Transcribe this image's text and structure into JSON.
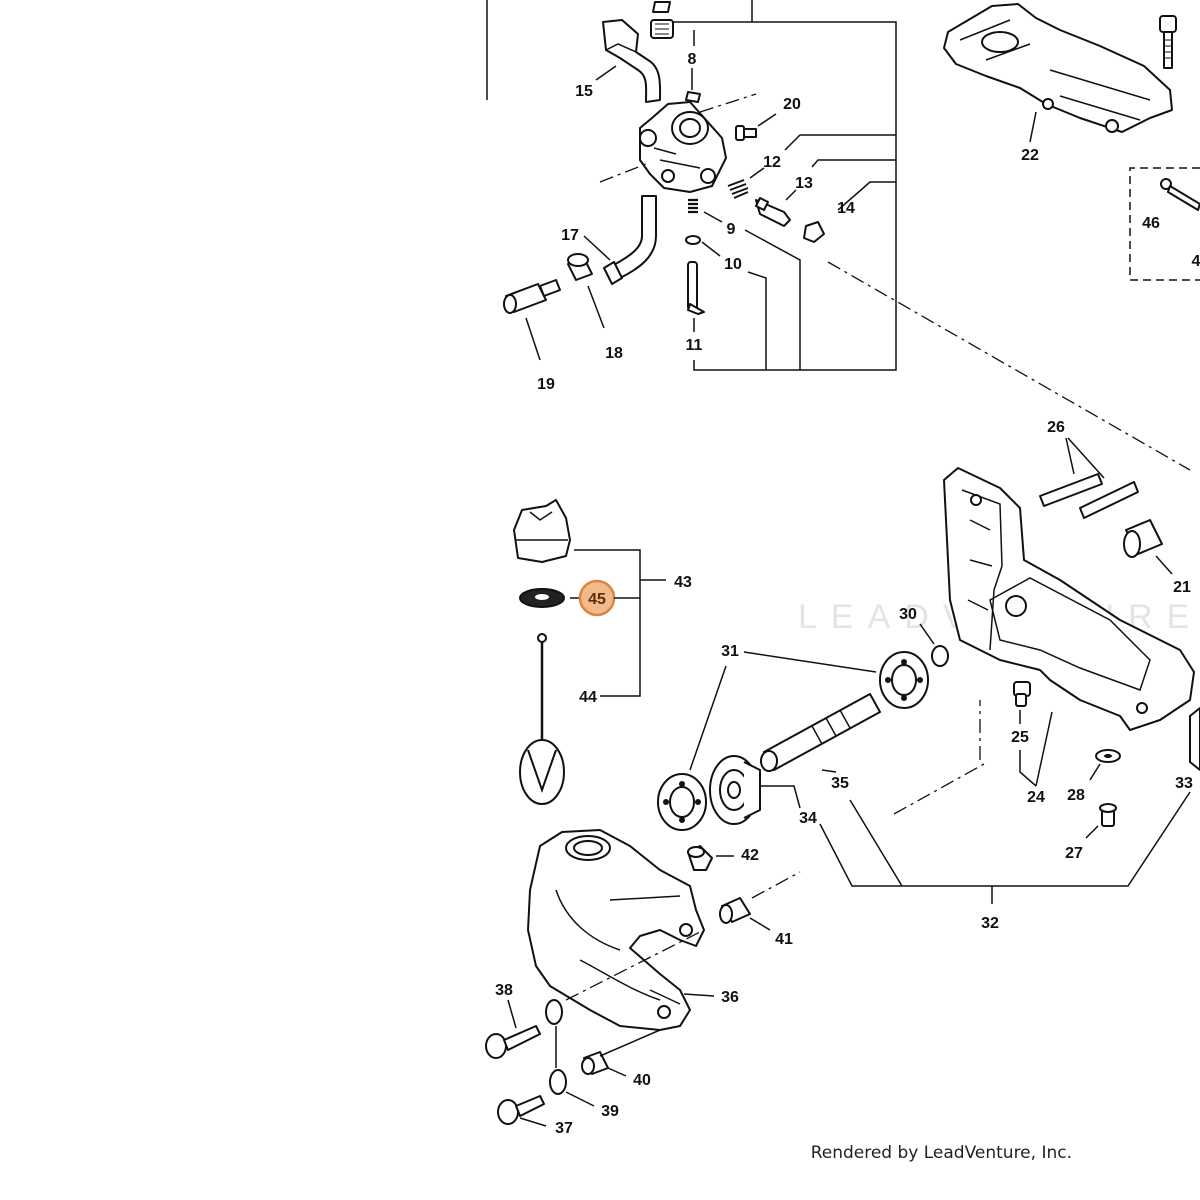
{
  "watermark": "LEADVENTURE",
  "credit": "Rendered by LeadVenture, Inc.",
  "highlight_color": "#f2b98a",
  "highlighted_part": "45",
  "callouts": {
    "c8": "8",
    "c9": "9",
    "c10": "10",
    "c11": "11",
    "c12": "12",
    "c13": "13",
    "c14": "14",
    "c15": "15",
    "c17": "17",
    "c18": "18",
    "c19": "19",
    "c20": "20",
    "c21": "21",
    "c22": "22",
    "c24": "24",
    "c25": "25",
    "c26": "26",
    "c27": "27",
    "c28": "28",
    "c30": "30",
    "c31": "31",
    "c32": "32",
    "c33": "33",
    "c34": "34",
    "c35": "35",
    "c36": "36",
    "c37": "37",
    "c38": "38",
    "c39": "39",
    "c40": "40",
    "c41": "41",
    "c42": "42",
    "c43": "43",
    "c44": "44",
    "c45": "45",
    "c46": "46",
    "c47": "4"
  }
}
